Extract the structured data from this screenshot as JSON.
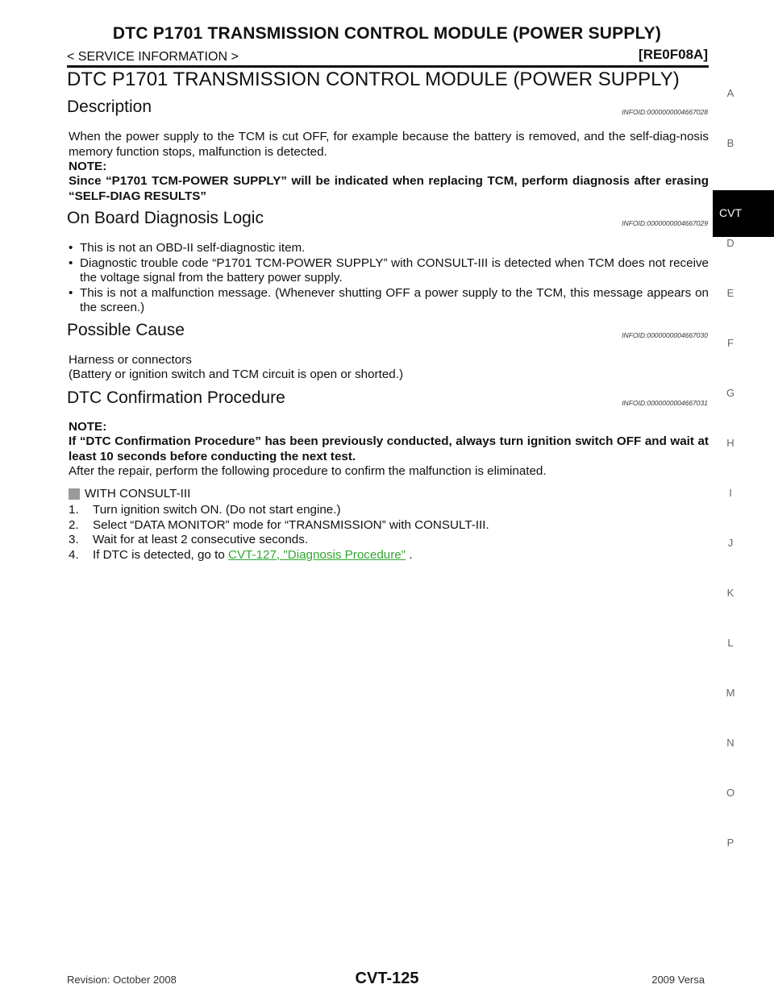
{
  "header": {
    "title": "DTC P1701 TRANSMISSION CONTROL MODULE (POWER SUPPLY)",
    "section_nav": "< SERVICE INFORMATION >",
    "model_code": "[RE0F08A]"
  },
  "page_title": "DTC P1701 TRANSMISSION CONTROL MODULE (POWER SUPPLY)",
  "sections": {
    "description": {
      "heading": "Description",
      "infoid": "INFOID:0000000004667028",
      "body": "When the power supply to the TCM is cut OFF, for example because the battery is removed, and the self-diag-nosis memory function stops, malfunction is detected.",
      "note_label": "NOTE:",
      "note_text": "Since “P1701 TCM-POWER SUPPLY” will be indicated when replacing TCM, perform diagnosis after erasing “SELF-DIAG RESULTS”"
    },
    "obd_logic": {
      "heading": "On Board Diagnosis Logic",
      "infoid": "INFOID:0000000004667029",
      "bullets": [
        "This is not an OBD-II self-diagnostic item.",
        "Diagnostic trouble code “P1701 TCM-POWER SUPPLY” with CONSULT-III is detected when TCM does not receive the voltage signal from the battery power supply.",
        "This is not a malfunction message. (Whenever shutting OFF a power supply to the TCM, this message appears on the screen.)"
      ]
    },
    "possible_cause": {
      "heading": "Possible Cause",
      "infoid": "INFOID:0000000004667030",
      "line1": "Harness or connectors",
      "line2": "(Battery or ignition switch and TCM circuit is open or shorted.)"
    },
    "dtc_confirmation": {
      "heading": "DTC Confirmation Procedure",
      "infoid": "INFOID:0000000004667031",
      "note_label": "NOTE:",
      "note_text": "If “DTC Confirmation Procedure” has been previously conducted, always turn ignition switch OFF and wait at least 10 seconds before conducting the next test.",
      "after_text": "After the repair, perform the following procedure to confirm the malfunction is eliminated.",
      "consult_heading": "WITH CONSULT-III",
      "steps": [
        {
          "num": "1.",
          "text": "Turn ignition switch ON. (Do not start engine.)"
        },
        {
          "num": "2.",
          "text": "Select “DATA MONITOR” mode for “TRANSMISSION” with CONSULT-III."
        },
        {
          "num": "3.",
          "text": "Wait for at least 2 consecutive seconds."
        }
      ],
      "step4_num": "4.",
      "step4_prefix": "If DTC is detected, go to ",
      "step4_link": "CVT-127, \"Diagnosis Procedure\"",
      "step4_suffix": " ."
    }
  },
  "side_index": {
    "letters": [
      "A",
      "B",
      "D",
      "E",
      "F",
      "G",
      "H",
      "I",
      "J",
      "K",
      "L",
      "M",
      "N",
      "O",
      "P"
    ],
    "active": "CVT"
  },
  "footer": {
    "revision": "Revision: October 2008",
    "page": "CVT-125",
    "model": "2009 Versa"
  },
  "colors": {
    "link": "#2fa82f",
    "tab_bg": "#000000",
    "icon": "#9a9a9a"
  }
}
